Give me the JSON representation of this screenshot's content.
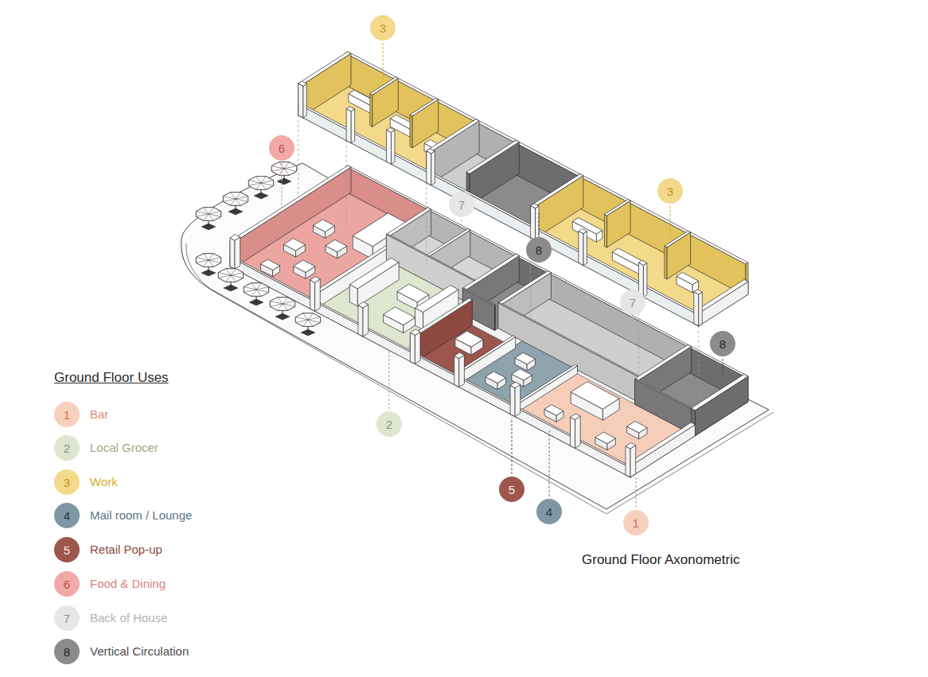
{
  "diagram": {
    "title": "Ground Floor Axonometric",
    "labels": [
      "Ground Floor Uses",
      "1",
      "2",
      "3",
      "4",
      "5",
      "6",
      "7",
      "8",
      "3",
      "6",
      "7",
      "3",
      "8",
      "7",
      "8",
      "2",
      "5",
      "4",
      "1"
    ],
    "legend": [
      {
        "text": "Bar",
        "color": "#f7cfbd"
      },
      {
        "text": "Local Grocer",
        "color": "#dde5cf"
      },
      {
        "text": "Work",
        "color": "#f3d98a"
      },
      {
        "text": "Mail room / Lounge",
        "color": "#7f97a4"
      },
      {
        "text": "Retail Pop-up",
        "color": "#9c564c"
      },
      {
        "text": "Food & Dining",
        "color": "#f0a9a6"
      },
      {
        "text": "Back of House",
        "color": "#e6e6e6"
      },
      {
        "text": "Vertical Circulation",
        "color": "#8d8a8c"
      }
    ]
  }
}
